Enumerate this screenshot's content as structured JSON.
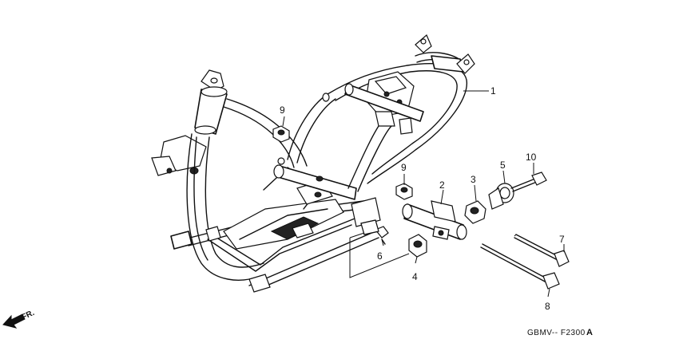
{
  "diagram": {
    "callouts": [
      {
        "id": "c1",
        "text": "1"
      },
      {
        "id": "c2",
        "text": "2"
      },
      {
        "id": "c3",
        "text": "3"
      },
      {
        "id": "c4",
        "text": "4"
      },
      {
        "id": "c5",
        "text": "5"
      },
      {
        "id": "c6",
        "text": "6"
      },
      {
        "id": "c7",
        "text": "7"
      },
      {
        "id": "c8",
        "text": "8"
      },
      {
        "id": "c9a",
        "text": "9"
      },
      {
        "id": "c9b",
        "text": "9"
      },
      {
        "id": "c10",
        "text": "10"
      }
    ],
    "direction_label": "FR.",
    "figure_code": "GBMV-- F2300",
    "figure_suffix": "A"
  }
}
